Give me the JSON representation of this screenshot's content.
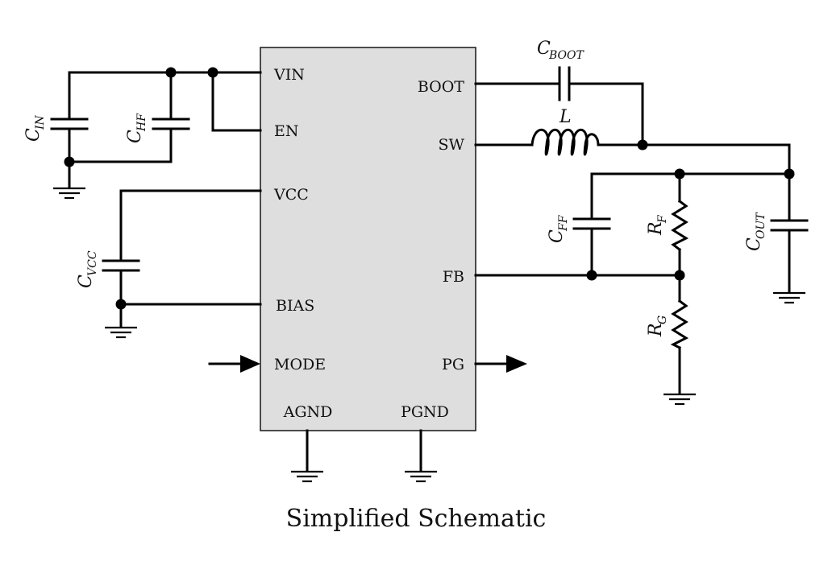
{
  "title": "Simplified Schematic",
  "chip": {
    "left_pins": [
      "VIN",
      "EN",
      "VCC",
      "BIAS",
      "MODE"
    ],
    "right_pins": [
      "BOOT",
      "SW",
      "FB",
      "PG"
    ],
    "bottom_pins": [
      "AGND",
      "PGND"
    ]
  },
  "components": {
    "cin": {
      "main": "C",
      "sub": "IN"
    },
    "chf": {
      "main": "C",
      "sub": "HF"
    },
    "cvcc": {
      "main": "C",
      "sub": "VCC"
    },
    "cboot": {
      "main": "C",
      "sub": "BOOT"
    },
    "l": {
      "main": "L"
    },
    "cff": {
      "main": "C",
      "sub": "FF"
    },
    "rf": {
      "main": "R",
      "sub": "F"
    },
    "rg": {
      "main": "R",
      "sub": "G"
    },
    "cout": {
      "main": "C",
      "sub": "OUT"
    }
  }
}
